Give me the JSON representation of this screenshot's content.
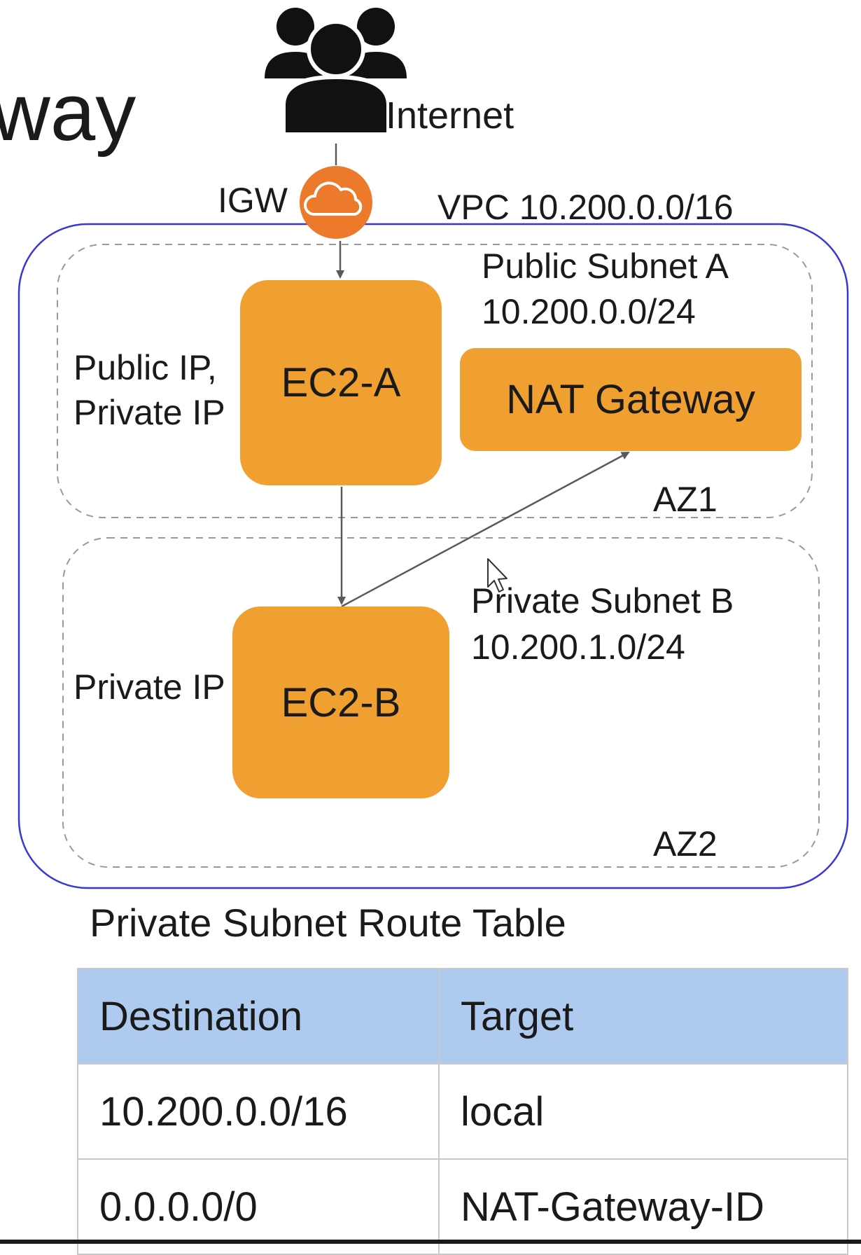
{
  "slide": {
    "title_fragment": "way"
  },
  "diagram": {
    "internet_label": "Internet",
    "igw_label": "IGW",
    "vpc_label": "VPC 10.200.0.0/16",
    "public_subnet": {
      "name": "Public Subnet A",
      "cidr": "10.200.0.0/24",
      "az": "AZ1"
    },
    "private_subnet": {
      "name": "Private Subnet B",
      "cidr": "10.200.1.0/24",
      "az": "AZ2"
    },
    "ec2_a": {
      "label": "EC2-A",
      "ip_line1": "Public IP,",
      "ip_line2": "Private IP"
    },
    "ec2_b": {
      "label": "EC2-B",
      "ip_line1": "Private IP"
    },
    "nat_gateway_label": "NAT Gateway",
    "colors": {
      "instance_fill": "#f0a030",
      "igw_fill": "#ec7a2a",
      "vpc_border": "#3a36d6",
      "subnet_border": "#9a9a9a",
      "table_header_fill": "#aecbef"
    },
    "icons": {
      "users": "users-group-icon",
      "igw": "cloud-icon",
      "cursor": "mouse-cursor-icon"
    }
  },
  "route_table": {
    "title": "Private Subnet Route Table",
    "headers": [
      "Destination",
      "Target"
    ],
    "rows": [
      [
        "10.200.0.0/16",
        "local"
      ],
      [
        "0.0.0.0/0",
        "NAT-Gateway-ID"
      ]
    ]
  }
}
